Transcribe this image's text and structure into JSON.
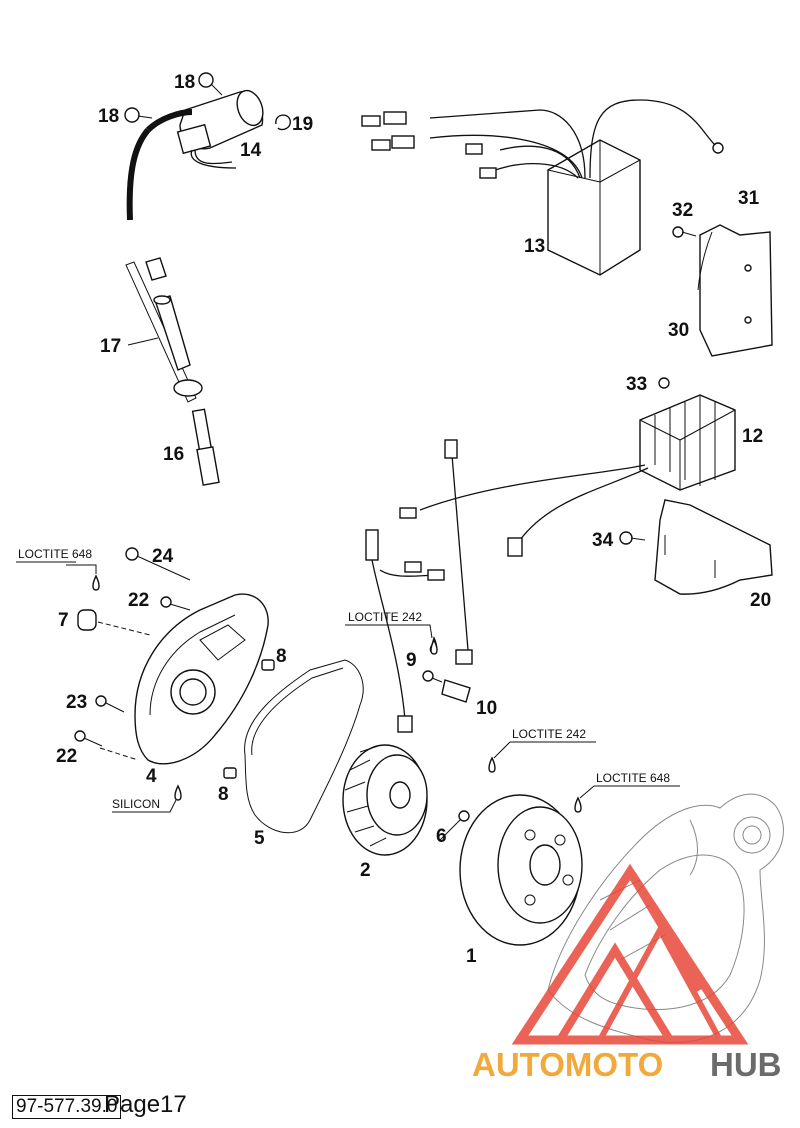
{
  "diagram": {
    "part_numbers": {
      "p1": "1",
      "p2": "2",
      "p4": "4",
      "p5": "5",
      "p6": "6",
      "p7": "7",
      "p8a": "8",
      "p8b": "8",
      "p9": "9",
      "p10": "10",
      "p12": "12",
      "p13": "13",
      "p14": "14",
      "p16": "16",
      "p17": "17",
      "p18a": "18",
      "p18b": "18",
      "p19": "19",
      "p20": "20",
      "p22a": "22",
      "p22b": "22",
      "p23": "23",
      "p24": "24",
      "p30": "30",
      "p31": "31",
      "p32": "32",
      "p33": "33",
      "p34": "34"
    },
    "notes": {
      "loctite_648_left": "LOCTITE 648",
      "loctite_242_mid": "LOCTITE 242",
      "loctite_242_right": "LOCTITE 242",
      "loctite_648_right": "LOCTITE 648",
      "silicon": "SILICON"
    }
  },
  "watermark": {
    "part1": "AUTOMOTO",
    "part2": "HUB",
    "color_red": "#e8483a",
    "color_gray": "#6b6b6b"
  },
  "footer": {
    "doc_code": "97-577.39.0",
    "page_label": "Page17"
  }
}
